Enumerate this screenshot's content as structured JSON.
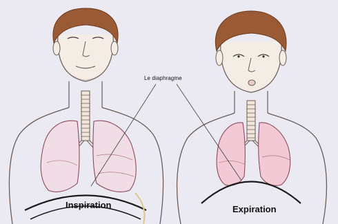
{
  "diagram": {
    "callout_label": "Le diaphragme",
    "left_panel": {
      "caption": "Inspiration"
    },
    "right_panel": {
      "caption": "Expiration"
    }
  },
  "colors": {
    "background": "#e9e8f1",
    "hair": "#9a5a34",
    "skin_outline": "#6b5a55",
    "lung_fill_inspiration": "#f1dde6",
    "lung_fill_expiration": "#f3c9d6",
    "lung_stroke": "#8c4a5a"
  }
}
